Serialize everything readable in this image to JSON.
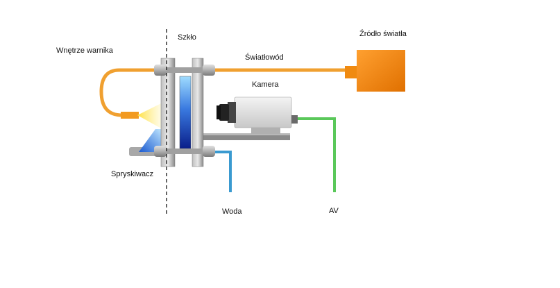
{
  "labels": {
    "interior": "Wnętrze warnika",
    "glass": "Szkło",
    "fiber": "Światłowód",
    "light_source": "Źródło światła",
    "camera": "Kamera",
    "sprayer": "Spryskiwacz",
    "water": "Woda",
    "av": "AV"
  },
  "colors": {
    "fiber": "#f0a030",
    "light_source": "#f08000",
    "water": "#3a9ad0",
    "av_cable": "#5ac85a",
    "glass_inner": "#1030a0",
    "flange": "#9a9a9a"
  }
}
